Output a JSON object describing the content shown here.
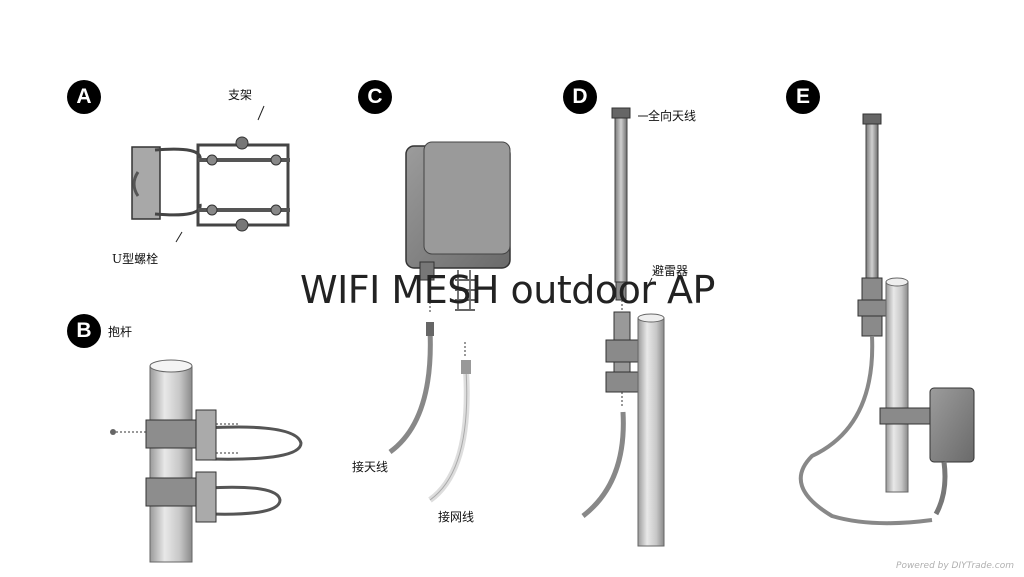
{
  "steps": [
    {
      "badge": "A",
      "labels": {
        "bracket": "支架",
        "ubolt": "U型螺栓"
      }
    },
    {
      "badge": "B",
      "labels": {
        "pole": "抱杆"
      }
    },
    {
      "badge": "C",
      "labels": {
        "antenna_cable": "接天线",
        "network_cable": "接网线"
      }
    },
    {
      "badge": "D",
      "labels": {
        "omni_antenna": "全向天线",
        "arrester": "避雷器"
      }
    },
    {
      "badge": "E",
      "labels": {}
    }
  ],
  "title": "WIFI MESH outdoor AP",
  "watermark": "Powered by DIYTrade.com"
}
